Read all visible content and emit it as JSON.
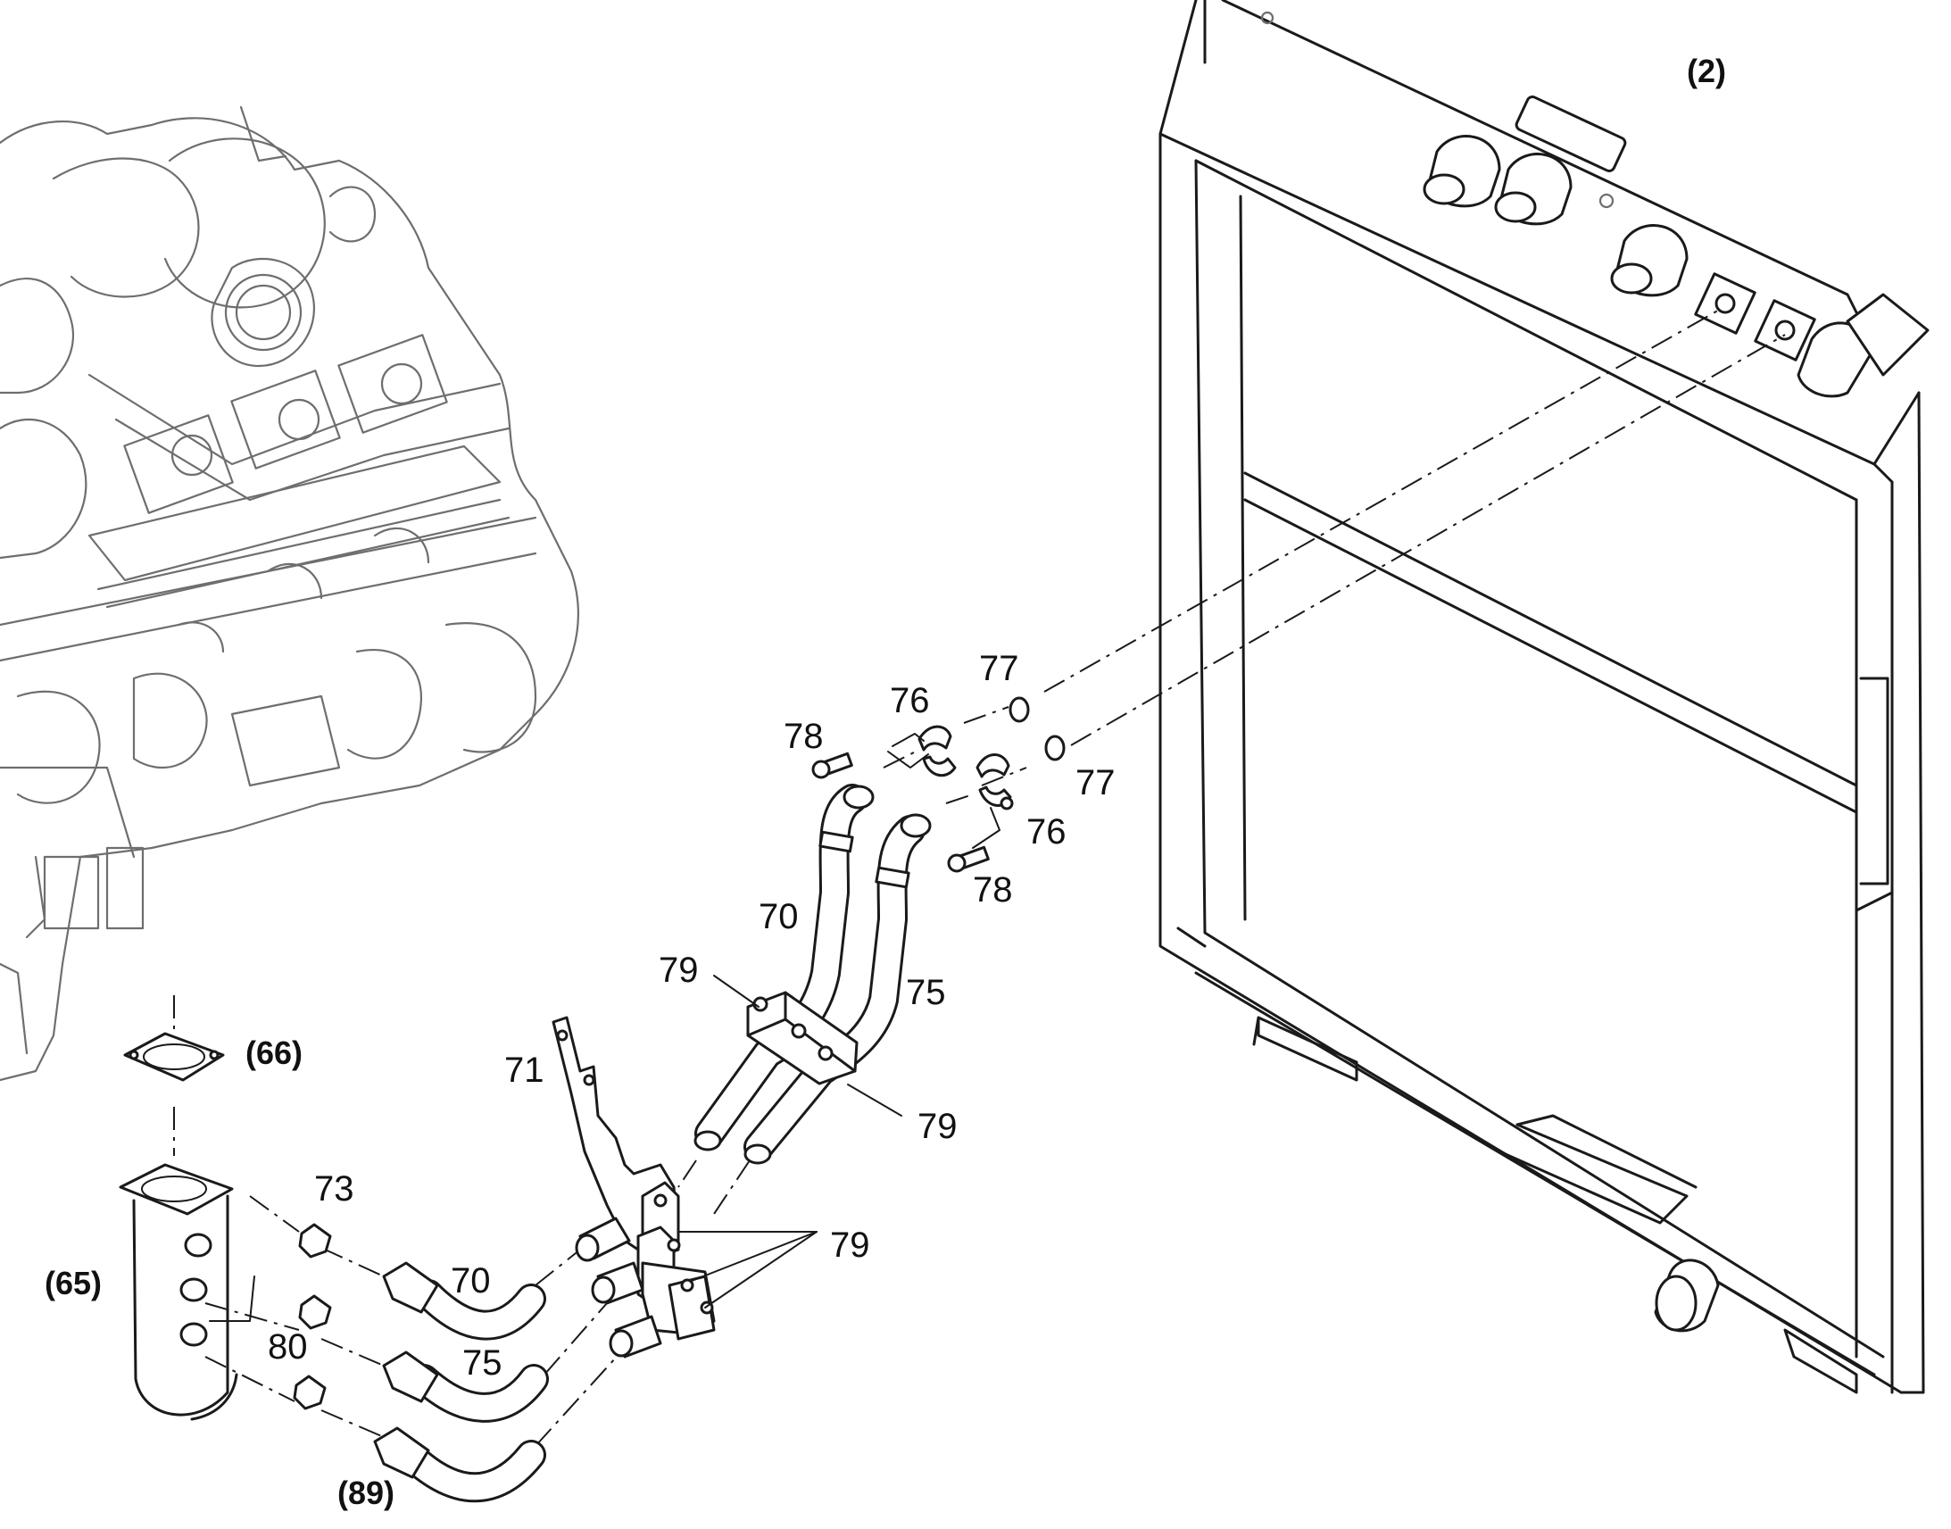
{
  "callouts": [
    {
      "id": "c2",
      "text": "(2)"
    },
    {
      "id": "c66",
      "text": "(66)"
    },
    {
      "id": "c65",
      "text": "(65)"
    },
    {
      "id": "c89",
      "text": "(89)"
    },
    {
      "id": "c70a",
      "text": "70"
    },
    {
      "id": "c70b",
      "text": "70"
    },
    {
      "id": "c71",
      "text": "71"
    },
    {
      "id": "c73",
      "text": "73"
    },
    {
      "id": "c75a",
      "text": "75"
    },
    {
      "id": "c75b",
      "text": "75"
    },
    {
      "id": "c76a",
      "text": "76"
    },
    {
      "id": "c76b",
      "text": "76"
    },
    {
      "id": "c77a",
      "text": "77"
    },
    {
      "id": "c77b",
      "text": "77"
    },
    {
      "id": "c78a",
      "text": "78"
    },
    {
      "id": "c78b",
      "text": "78"
    },
    {
      "id": "c79a",
      "text": "79"
    },
    {
      "id": "c79b",
      "text": "79"
    },
    {
      "id": "c79c",
      "text": "79"
    },
    {
      "id": "c80",
      "text": "80"
    }
  ]
}
